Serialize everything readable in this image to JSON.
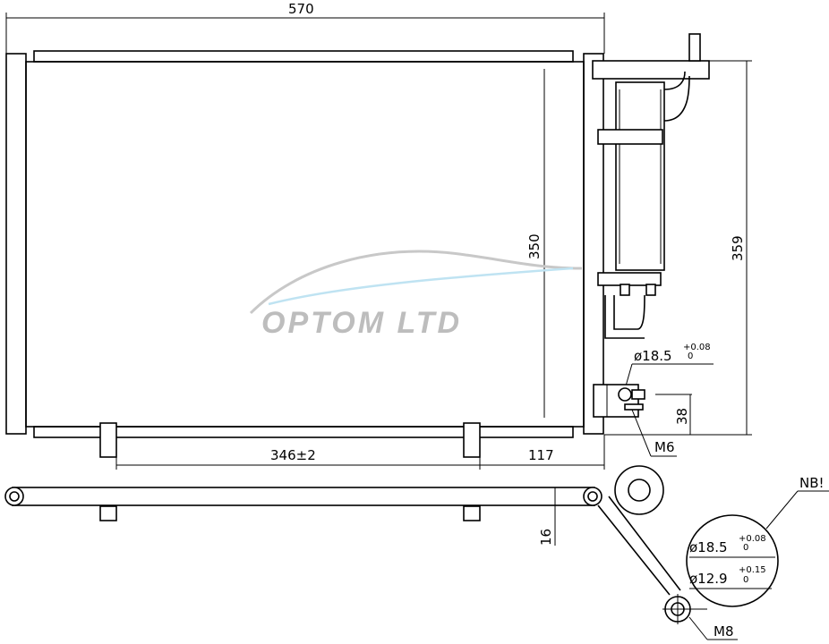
{
  "dimensions": {
    "width_top": "570",
    "height_core": "350",
    "height_total": "359",
    "mount_span": "346±2",
    "offset_right": "117",
    "depth": "16",
    "bracket_height": "38",
    "port_diameter": "ø18.5",
    "port_tol_upper": "+0.08",
    "port_tol_lower": "0",
    "bolt_upper": "M6",
    "bolt_lower": "M8"
  },
  "detail": {
    "note": "NB!",
    "diameter_1": "ø18.5",
    "diameter_1_tol_upper": "+0.08",
    "diameter_1_tol_lower": "0",
    "diameter_2": "ø12.9",
    "diameter_2_tol_upper": "+0.15",
    "diameter_2_tol_lower": "0"
  },
  "watermark": "OPTOM LTD",
  "colors": {
    "line": "#000000",
    "watermark": "#bdbdbd",
    "watermark_accent": "#bfe3f2"
  }
}
